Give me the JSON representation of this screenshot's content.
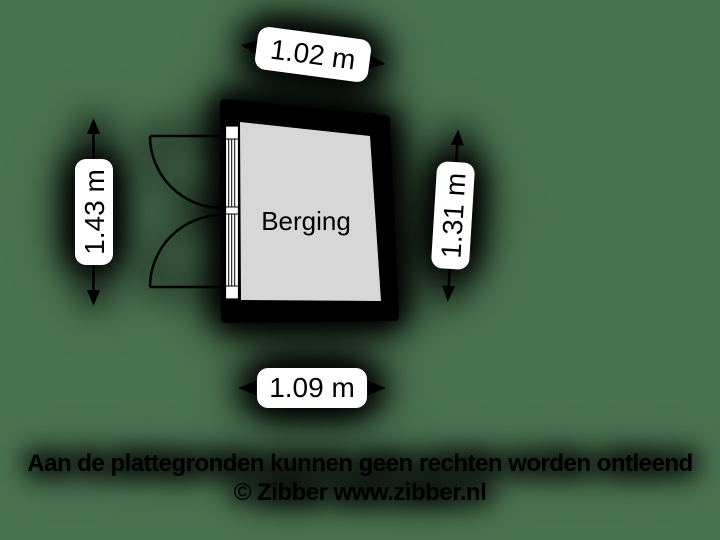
{
  "room": {
    "name": "Berging"
  },
  "dimensions": {
    "top": "1.02 m",
    "left": "1.43 m",
    "right": "1.31 m",
    "bottom": "1.09 m"
  },
  "footer": {
    "disclaimer": "Aan de plattegronden kunnen geen rechten worden ontleend",
    "credit": "© Zibber www.zibber.nl"
  },
  "colors": {
    "background": "#4A7350",
    "wall": "#000000",
    "floor": "#D7D7D7",
    "label_bg": "#FFFFFF",
    "text": "#000000"
  }
}
